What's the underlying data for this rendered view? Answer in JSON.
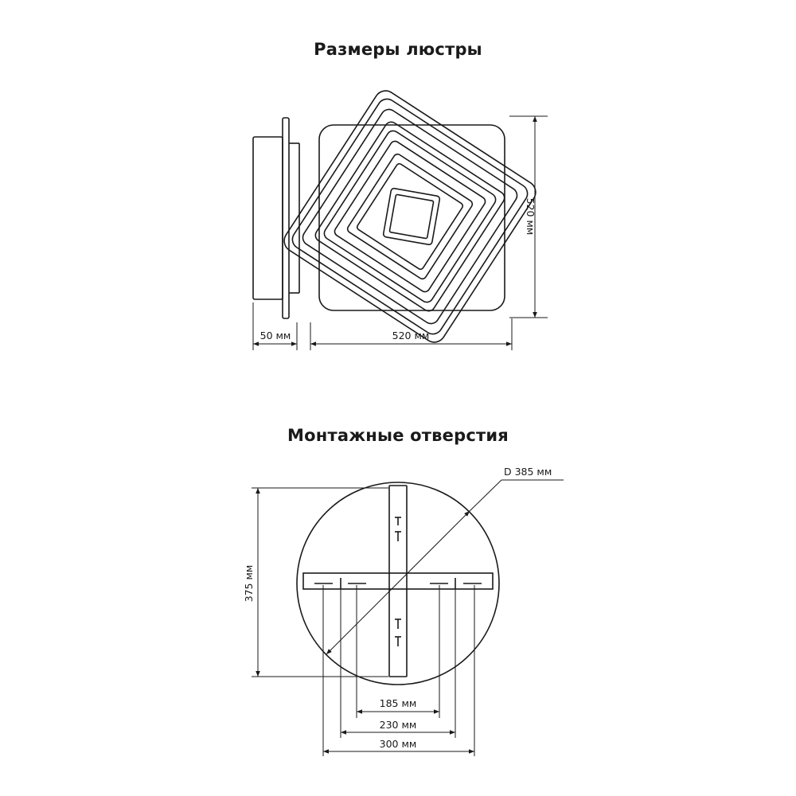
{
  "sections": {
    "dimensions_title": "Размеры люстры",
    "mounting_title": "Монтажные отверстия"
  },
  "dimensions": {
    "depth_label": "50 мм",
    "width_label": "520 мм",
    "height_label": "520 мм"
  },
  "mounting": {
    "diameter_label": "D 385 мм",
    "height_label": "375 мм",
    "inner_label": "185 мм",
    "middle_label": "230 мм",
    "outer_label": "300 мм"
  }
}
